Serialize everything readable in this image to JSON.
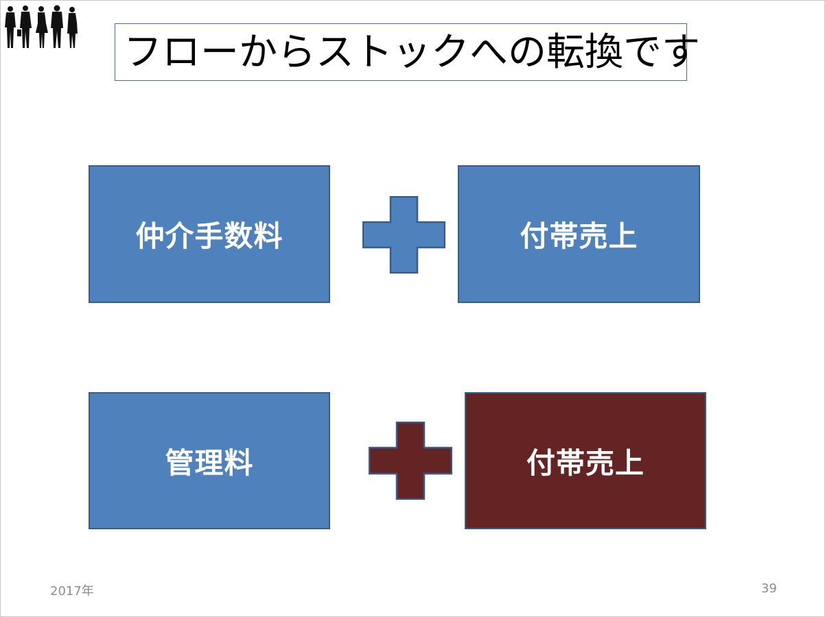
{
  "title": "フローからストックへの転換です",
  "rows": [
    {
      "left_label": "仲介手数料",
      "right_label": "付帯売上",
      "left_color": "#4f81bd",
      "right_color": "#4f81bd",
      "plus_color": "#4f81bd"
    },
    {
      "left_label": "管理料",
      "right_label": "付帯売上",
      "left_color": "#4f81bd",
      "right_color": "#632423",
      "plus_color": "#632423"
    }
  ],
  "footer": {
    "date": "2017年",
    "page_number": "39"
  },
  "logo_icon": "business-people-silhouette-icon"
}
